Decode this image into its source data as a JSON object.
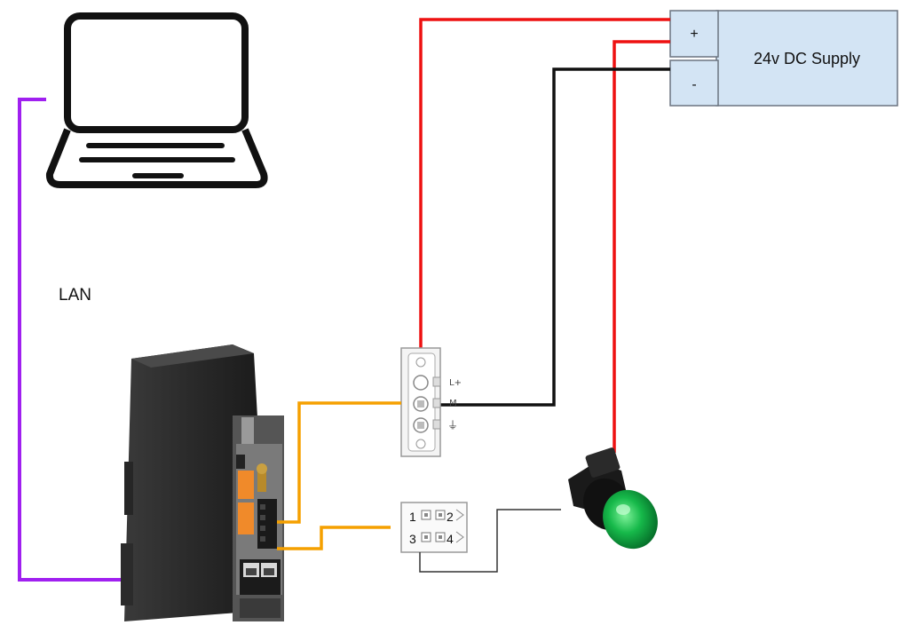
{
  "diagram": {
    "lan_label": "LAN",
    "supply": {
      "title": "24v DC Supply",
      "plus_label": "+",
      "minus_label": "-",
      "fill_color": "#d3e4f4"
    },
    "terminal_block": {
      "pin1_label": "L+",
      "pin2_label": "M",
      "pin3_label": "⏚"
    },
    "relay_connector": {
      "pin1": "1",
      "pin2": "2",
      "pin3": "3",
      "pin4": "4"
    },
    "wire_colors": {
      "positive": "#ee1111",
      "negative": "#111111",
      "lan": "#a020f0",
      "signal": "#f5a000",
      "lamp": "#222222"
    },
    "icons": {
      "laptop": "laptop-icon",
      "controller": "controller-device-icon",
      "lamp": "green-indicator-lamp-icon"
    }
  }
}
